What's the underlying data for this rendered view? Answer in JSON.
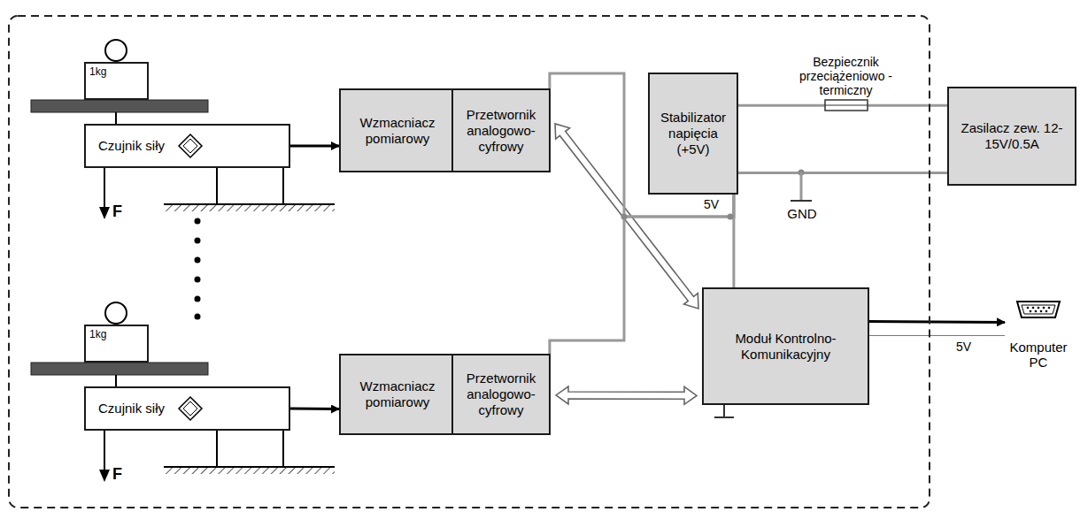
{
  "diagram": {
    "nodes": [
      {
        "text": [
          "1kg"
        ]
      },
      {
        "text": [
          "Czujnik siły"
        ]
      },
      {
        "text": [
          "Wzmacniacz pomiarowy"
        ]
      },
      {
        "text": [
          "Przetwornik analogowo-cyfrowy"
        ]
      },
      {
        "text": [
          "Stabilizator napięcia (+5V)"
        ]
      },
      {
        "text": [
          "Zasilacz zew. 12-15V/0.5A"
        ]
      },
      {
        "text": [
          "1kg"
        ]
      },
      {
        "text": [
          "Czujnik siły"
        ]
      },
      {
        "text": [
          "Wzmacniacz pomiarowy"
        ]
      },
      {
        "text": [
          "Przetwornik analogowo-cyfrowy"
        ]
      },
      {
        "text": [
          "Moduł Kontrolno-Komunikacyjny"
        ]
      },
      {
        "text": [
          "Komputer PC"
        ]
      }
    ],
    "edges": [
      {
        "from": 1,
        "to": 2,
        "arrow": "to"
      },
      {
        "from": 7,
        "to": 8,
        "arrow": "to"
      },
      {
        "from": 3,
        "to": 10,
        "arrow": "both"
      },
      {
        "from": 9,
        "to": 10,
        "arrow": "both"
      },
      {
        "from": 10,
        "to": 11,
        "arrow": "to"
      },
      {
        "from": 11,
        "to": 10,
        "label": "5V",
        "arrow": "none"
      },
      {
        "from": 5,
        "to": 4,
        "arrow": "none"
      },
      {
        "from": 5,
        "to": 4,
        "arrow": "none"
      },
      {
        "from": 4,
        "to": 10,
        "label": "5V",
        "arrow": "none"
      },
      {
        "from": 4,
        "to": 3,
        "arrow": "none"
      },
      {
        "from": 4,
        "to": 9,
        "arrow": "none"
      }
    ],
    "labels": [
      "F",
      "F",
      "Bezpiecznik przeciążeniowo - termiczny",
      "GND"
    ]
  }
}
